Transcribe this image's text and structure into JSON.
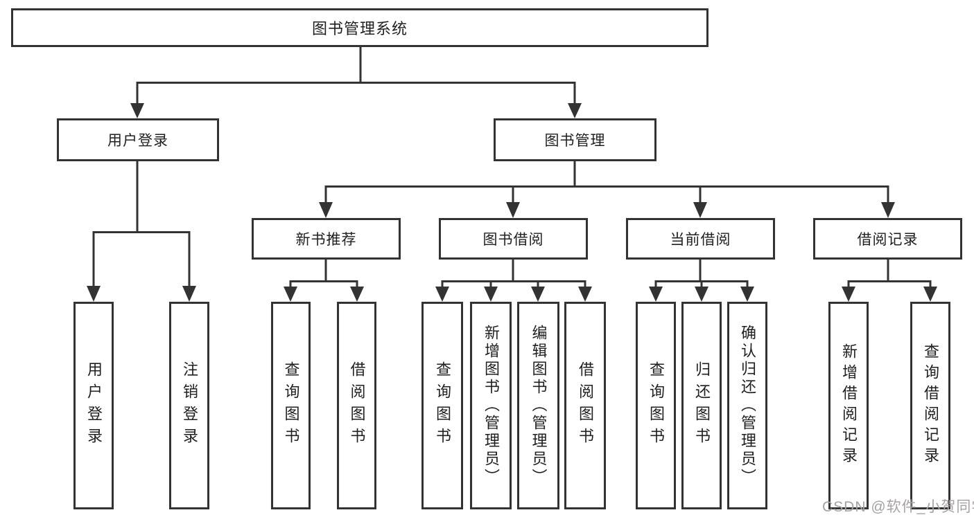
{
  "colors": {
    "line": "#333333",
    "box_background": "#ffffff",
    "text": "#1f1f1f",
    "watermark": "#a9a1a1",
    "background": "#ffffff"
  },
  "diagram": {
    "root": {
      "label": "图书管理系统"
    },
    "branches": [
      {
        "label": "用户登录",
        "children": [
          {
            "label": "用户登录"
          },
          {
            "label": "注销登录"
          }
        ]
      },
      {
        "label": "图书管理",
        "children": [
          {
            "label": "新书推荐",
            "children": [
              {
                "label": "查询图书"
              },
              {
                "label": "借阅图书"
              }
            ]
          },
          {
            "label": "图书借阅",
            "children": [
              {
                "label": "查询图书"
              },
              {
                "label": "新增图书（管理员）"
              },
              {
                "label": "编辑图书（管理员）"
              },
              {
                "label": "借阅图书"
              }
            ]
          },
          {
            "label": "当前借阅",
            "children": [
              {
                "label": "查询图书"
              },
              {
                "label": "归还图书"
              },
              {
                "label": "确认归还（管理员）"
              }
            ]
          },
          {
            "label": "借阅记录",
            "children": [
              {
                "label": "新增借阅记录"
              },
              {
                "label": "查询借阅记录"
              }
            ]
          }
        ]
      }
    ]
  },
  "watermark": {
    "text": "CSDN @软件_小贺同学"
  }
}
